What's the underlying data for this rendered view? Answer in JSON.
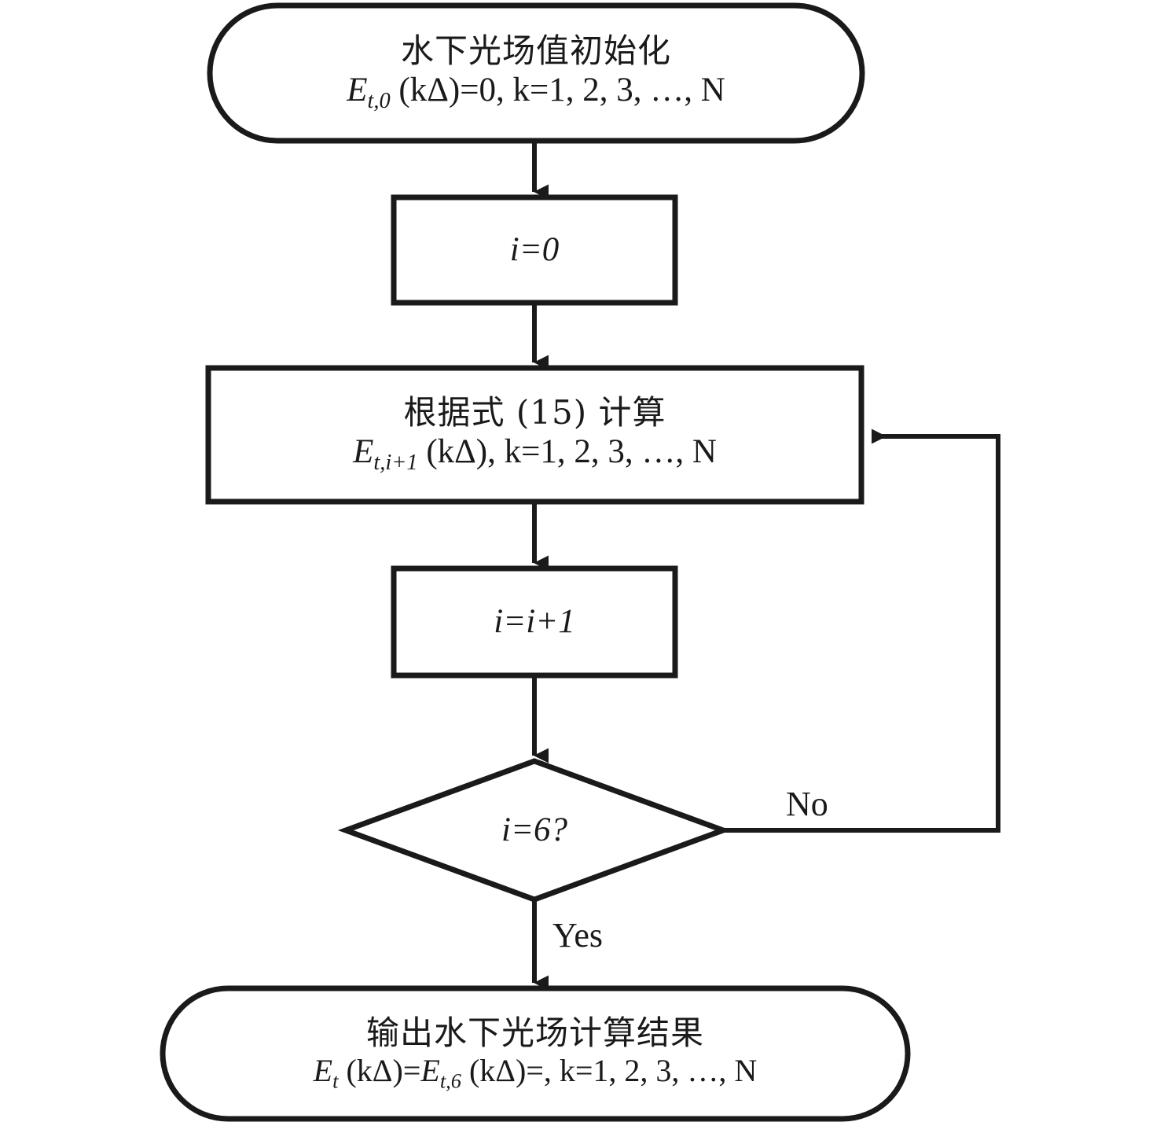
{
  "diagram": {
    "title": "Underwater light field iterative computation flowchart",
    "stroke_color": "#1a1a1a",
    "fill_color": "#ffffff",
    "nodes": {
      "start": {
        "shape": "terminator",
        "line1": "水下光场值初始化",
        "line2_parts": {
          "E": "E",
          "sub": "t,0",
          "rest": " (kΔ)=0, k=1, 2, 3, …, N"
        },
        "line2_plain": "E_{t,0} (kΔ)=0, k=1, 2, 3, …, N"
      },
      "init_i": {
        "shape": "process",
        "line1_plain": "i=0"
      },
      "compute": {
        "shape": "process",
        "line1": "根据式 (15) 计算",
        "line2_parts": {
          "E": "E",
          "sub": "t,i+1",
          "rest": " (kΔ), k=1, 2, 3, …, N"
        },
        "line2_plain": "E_{t,i+1} (kΔ), k=1, 2, 3, …, N"
      },
      "increment": {
        "shape": "process",
        "line1_plain": "i=i+1"
      },
      "decision": {
        "shape": "diamond",
        "line1_plain": "i=6?"
      },
      "output": {
        "shape": "terminator",
        "line1": "输出水下光场计算结果",
        "line2_parts": {
          "E1": "E",
          "sub1": "t",
          "mid": " (kΔ)=",
          "E2": "E",
          "sub2": "t,6",
          "rest": " (kΔ)=, k=1, 2, 3, …, N"
        },
        "line2_plain": "E_{t} (kΔ)=E_{t,6} (kΔ)=, k=1, 2, 3, …, N"
      }
    },
    "edge_labels": {
      "no": "No",
      "yes": "Yes"
    }
  }
}
